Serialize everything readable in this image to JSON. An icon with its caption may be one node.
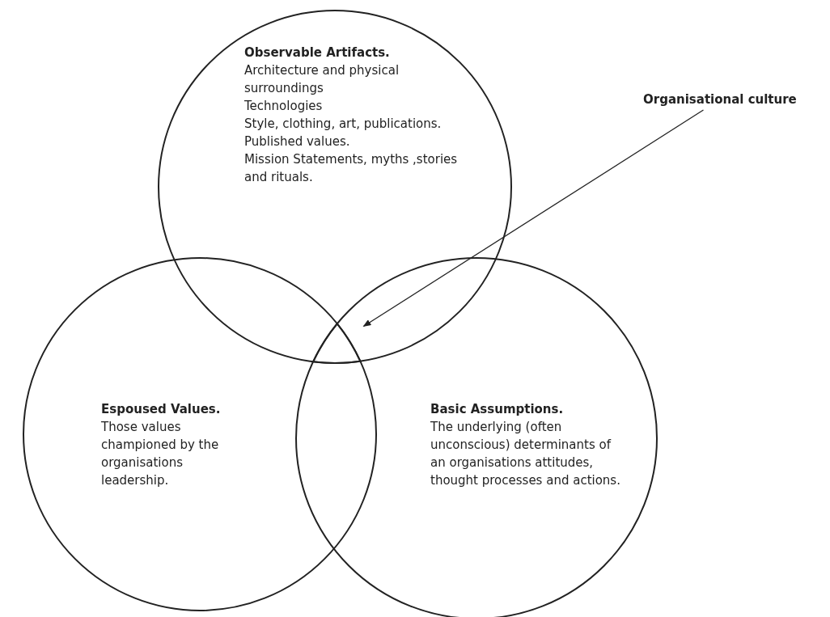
{
  "diagram": {
    "nodes": [
      {
        "text": [
          "Observable Artifacts.",
          "Architecture and physical surroundings",
          "Technologies",
          "Style, clothing, art, publications.",
          "Published values.",
          "Mission Statements, myths ,stories and rituals."
        ]
      },
      {
        "text": [
          "Espoused Values.",
          "Those values championed by the organisations leadership."
        ]
      },
      {
        "text": [
          "Basic Assumptions.",
          "The underlying (often unconscious) determinants of an organisations attitudes, thought processes and actions."
        ]
      },
      {
        "text": [
          "Organisational culture"
        ]
      },
      {
        "text": [],
        "shape": "region"
      }
    ],
    "edges": [
      {
        "from": 3,
        "to": 4,
        "arrow": "to"
      }
    ]
  }
}
